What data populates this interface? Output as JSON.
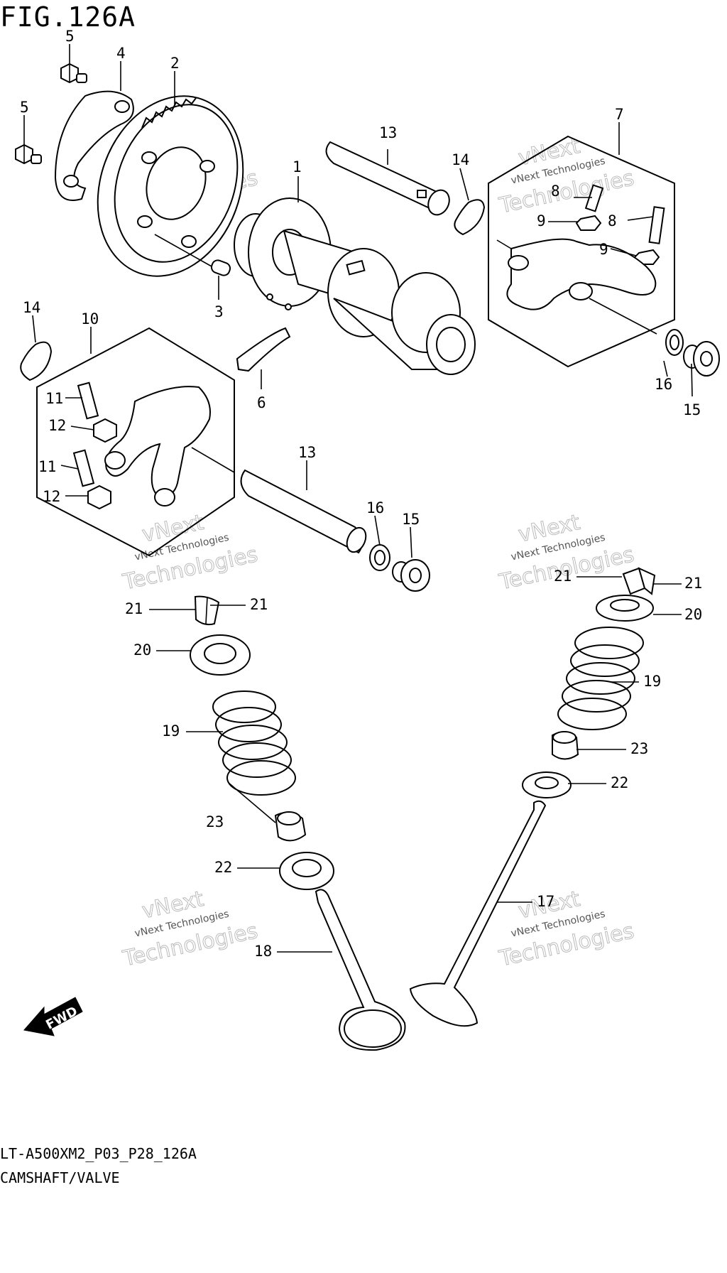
{
  "figure": {
    "title": "FIG.126A",
    "model_code": "LT-A500XM2_P03_P28_126A",
    "name": "CAMSHAFT/VALVE",
    "fwd_label": "FWD"
  },
  "watermark": {
    "line1": "vNext Technologies",
    "line2": "Technologies",
    "line3": "vNext"
  },
  "callouts": {
    "c1": "1",
    "c2": "2",
    "c3": "3",
    "c4": "4",
    "c5a": "5",
    "c5b": "5",
    "c6": "6",
    "c7": "7",
    "c8a": "8",
    "c8b": "8",
    "c9a": "9",
    "c9b": "9",
    "c10": "10",
    "c11a": "11",
    "c11b": "11",
    "c12a": "12",
    "c12b": "12",
    "c13a": "13",
    "c13b": "13",
    "c14a": "14",
    "c14b": "14",
    "c15a": "15",
    "c15b": "15",
    "c16a": "16",
    "c16b": "16",
    "c17": "17",
    "c18": "18",
    "c19a": "19",
    "c19b": "19",
    "c20a": "20",
    "c20b": "20",
    "c21a": "21",
    "c21b": "21",
    "c21c": "21",
    "c21d": "21",
    "c22a": "22",
    "c22b": "22",
    "c23a": "23",
    "c23b": "23"
  }
}
